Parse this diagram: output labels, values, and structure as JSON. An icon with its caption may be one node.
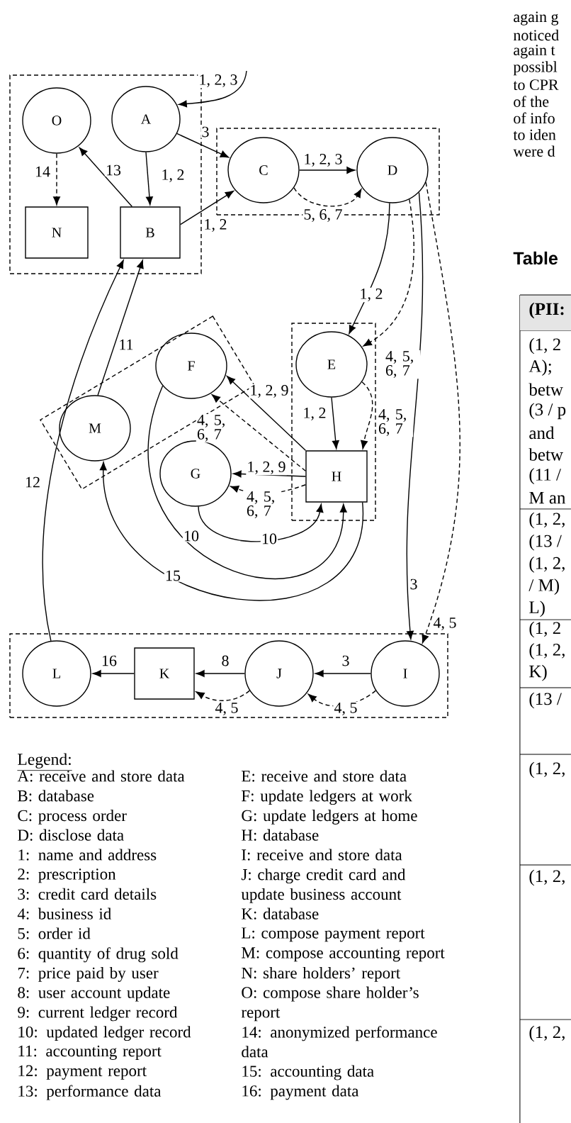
{
  "diagram": {
    "nodes": [
      {
        "text": [],
        "shape": "box"
      },
      {
        "text": [
          "O"
        ],
        "in": 0
      },
      {
        "text": [
          "A"
        ],
        "in": 0
      },
      {
        "text": [
          "N"
        ],
        "in": 0
      },
      {
        "text": [
          "B"
        ],
        "in": 0
      },
      {
        "text": [],
        "shape": "box"
      },
      {
        "text": [
          "C"
        ],
        "in": 5
      },
      {
        "text": [
          "D"
        ],
        "in": 5
      },
      {
        "text": [],
        "shape": "box"
      },
      {
        "text": [
          "F"
        ],
        "in": 8
      },
      {
        "text": [
          "M"
        ],
        "in": 8
      },
      {
        "text": [],
        "shape": "box"
      },
      {
        "text": [
          "E"
        ],
        "in": 11
      },
      {
        "text": [
          "G"
        ]
      },
      {
        "text": [
          "H"
        ],
        "in": 11
      },
      {
        "text": [],
        "shape": "box"
      },
      {
        "text": [
          "L"
        ],
        "in": 15
      },
      {
        "text": [
          "K"
        ],
        "in": 15
      },
      {
        "text": [
          "J"
        ],
        "in": 15
      },
      {
        "text": [
          "I"
        ],
        "in": 15
      }
    ],
    "edges": [
      {
        "from": null,
        "to": 2,
        "arrow": "to",
        "label": "1, 2, 3"
      },
      {
        "from": 2,
        "to": 6,
        "arrow": "to",
        "label": "3"
      },
      {
        "from": 2,
        "to": 4,
        "arrow": "to",
        "label": "1, 2"
      },
      {
        "from": 4,
        "to": 1,
        "arrow": "to",
        "label": "13"
      },
      {
        "from": 1,
        "to": 3,
        "arrow": "to",
        "label": "14",
        "style": "dashed"
      },
      {
        "from": 4,
        "to": 6,
        "arrow": "to",
        "label": "1, 2"
      },
      {
        "from": 6,
        "to": 7,
        "arrow": "to",
        "label": "1, 2, 3"
      },
      {
        "from": 6,
        "to": 7,
        "arrow": "to",
        "label": "5, 6, 7",
        "style": "dashed"
      },
      {
        "from": 7,
        "to": 12,
        "arrow": "to",
        "label": "1, 2"
      },
      {
        "from": 7,
        "to": 12,
        "arrow": "to",
        "label": "4, 5, 6, 7",
        "style": "dashed"
      },
      {
        "from": 7,
        "to": 19,
        "arrow": "to",
        "label": "3"
      },
      {
        "from": 7,
        "to": 19,
        "arrow": "to",
        "label": "4, 5",
        "style": "dashed"
      },
      {
        "from": 12,
        "to": 14,
        "arrow": "to",
        "label": "1, 2"
      },
      {
        "from": 12,
        "to": 14,
        "arrow": "to",
        "label": "4, 5, 6, 7",
        "style": "dashed"
      },
      {
        "from": 14,
        "to": 9,
        "arrow": "to",
        "label": "1, 2, 9"
      },
      {
        "from": 14,
        "to": 9,
        "arrow": "to",
        "label": "4, 5, 6, 7",
        "style": "dashed"
      },
      {
        "from": 14,
        "to": 13,
        "arrow": "to",
        "label": "1, 2, 9"
      },
      {
        "from": 14,
        "to": 13,
        "arrow": "to",
        "label": "4, 5, 6, 7",
        "style": "dashed"
      },
      {
        "from": 13,
        "to": 14,
        "arrow": "to",
        "label": "10"
      },
      {
        "from": 9,
        "to": 14,
        "arrow": "to",
        "label": "10"
      },
      {
        "from": 14,
        "to": 10,
        "arrow": "to",
        "label": "15"
      },
      {
        "from": 10,
        "to": 4,
        "arrow": "to",
        "label": "11"
      },
      {
        "from": 16,
        "to": 4,
        "arrow": "to",
        "label": "12"
      },
      {
        "from": 19,
        "to": 18,
        "arrow": "to",
        "label": "3"
      },
      {
        "from": 18,
        "to": 17,
        "arrow": "to",
        "label": "8"
      },
      {
        "from": 17,
        "to": 16,
        "arrow": "to",
        "label": "16"
      },
      {
        "from": 19,
        "to": 18,
        "arrow": "to",
        "label": "4, 5",
        "style": "dashed"
      },
      {
        "from": 18,
        "to": 17,
        "arrow": "to",
        "label": "4, 5",
        "style": "dashed"
      }
    ],
    "labels": [
      "Legend:",
      "A: receive and store data",
      "B: database",
      "C: process order",
      "D: disclose data",
      "1: name and address",
      "2: prescription",
      "3: credit card details",
      "4: business id",
      "5: order id",
      "6: quantity of drug sold",
      "7: price paid by user",
      "8: user account update",
      "9: current ledger record",
      "10: updated ledger record",
      "11: accounting report",
      "12: payment report",
      "13: performance data",
      "E: receive and store data",
      "F: update ledgers at work",
      "G: update ledgers at home",
      "H: database",
      "I: receive and store data",
      "J: charge credit card and update business account",
      "K: database",
      "L: compose payment report",
      "M: compose accounting report",
      "N: share holders’ report",
      "O: compose share holder’s report",
      "14: anonymized performance data",
      "15: accounting data",
      "16: payment data",
      "again g",
      "noticed",
      "again t",
      "possibl",
      "to CPR",
      "of the",
      "of info",
      "to iden",
      "were d",
      "Table",
      "(PII:",
      "(1, 2",
      "A);",
      "betw",
      "(3 / p",
      "and",
      "betw",
      "(11 /",
      "M an",
      "(1, 2,",
      "(13 /",
      "(1, 2,",
      "/ M)",
      "L)",
      "(1, 2",
      "(1, 2,",
      "K)",
      "(13 /",
      "(1, 2,",
      "(1, 2,",
      "(1, 2,"
    ]
  }
}
